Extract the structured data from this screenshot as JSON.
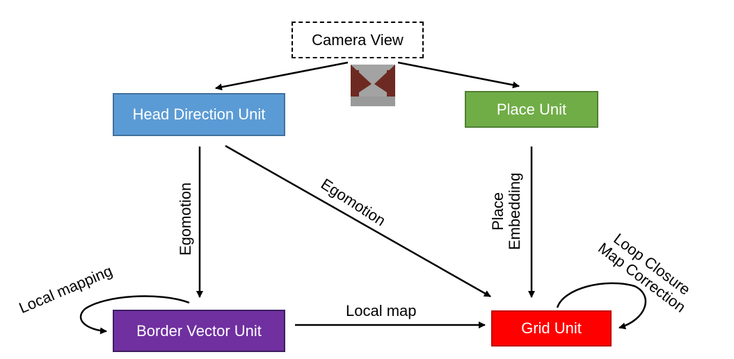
{
  "nodes": {
    "camera_view": "Camera View",
    "head_direction": "Head Direction Unit",
    "place_unit": "Place Unit",
    "border_vector": "Border Vector Unit",
    "grid_unit": "Grid Unit"
  },
  "edge_labels": {
    "egomotion_vertical": "Egomotion",
    "egomotion_diagonal": "Egomotion",
    "place_embedding_line1": "Place",
    "place_embedding_line2": "Embedding",
    "local_map": "Local map",
    "local_mapping": "Local mapping",
    "loop_closure_line1": "Loop Closure",
    "loop_closure_line2": "Map Correction"
  },
  "colors": {
    "head_direction": "#5b9bd5",
    "place_unit": "#70ad47",
    "border_vector": "#7030a0",
    "grid_unit": "#ff0000",
    "arrows": "#000000"
  },
  "images": {
    "camera_thumbnail": "camera-view-thumbnail"
  }
}
